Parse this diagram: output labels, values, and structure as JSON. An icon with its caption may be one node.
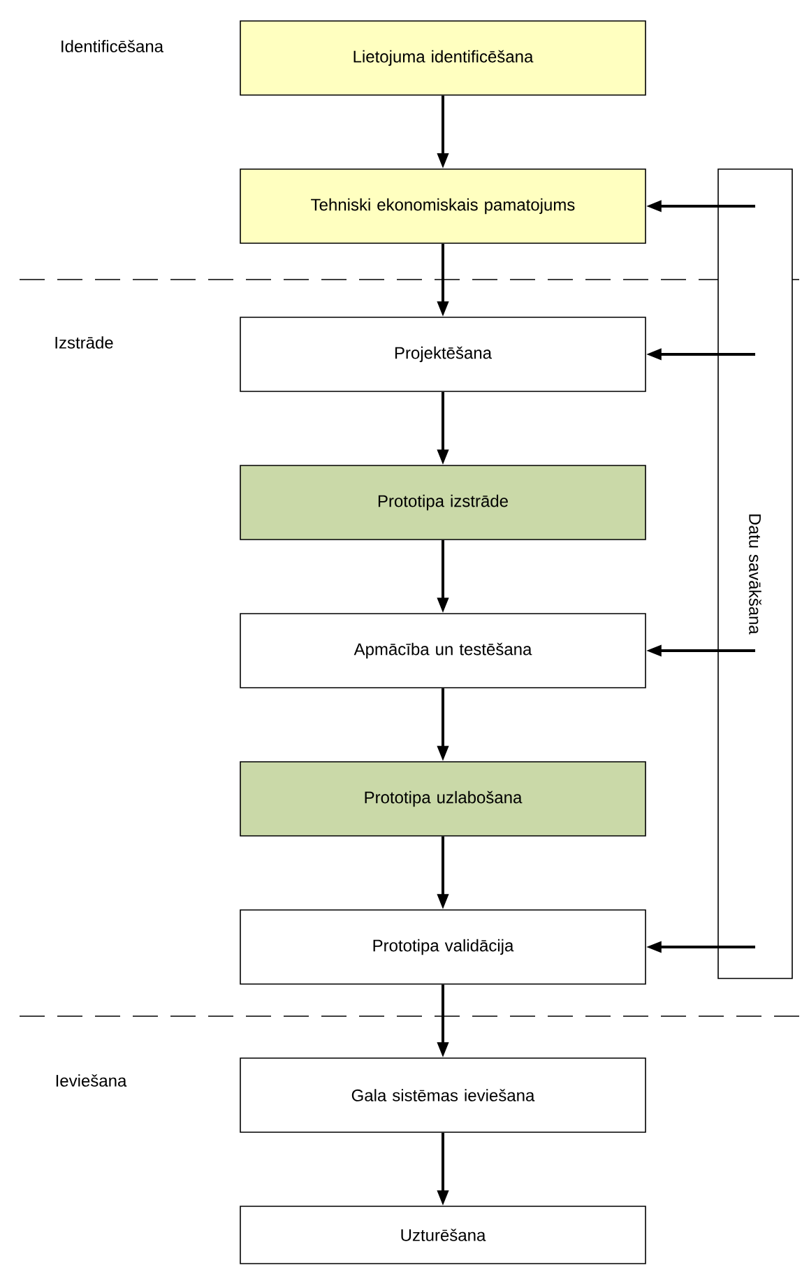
{
  "diagram": {
    "nodes": [
      {
        "text": [
          "Lietojuma identificēšana"
        ]
      },
      {
        "text": [
          "Tehniski ekonomiskais pamatojums"
        ]
      },
      {
        "text": [
          "Projektēšana"
        ]
      },
      {
        "text": [
          "Prototipa izstrāde"
        ]
      },
      {
        "text": [
          "Apmācība un testēšana"
        ]
      },
      {
        "text": [
          "Prototipa uzlabošana"
        ]
      },
      {
        "text": [
          "Prototipa validācija"
        ]
      },
      {
        "text": [
          "Gala sistēmas ieviešana"
        ]
      },
      {
        "text": [
          "Uzturēšana"
        ]
      },
      {
        "text": [
          "Datu savākšana"
        ]
      }
    ],
    "edges": [
      {
        "from": 0,
        "to": 1,
        "arrow": "to"
      },
      {
        "from": 1,
        "to": 2,
        "arrow": "to"
      },
      {
        "from": 2,
        "to": 3,
        "arrow": "to"
      },
      {
        "from": 3,
        "to": 4,
        "arrow": "to"
      },
      {
        "from": 4,
        "to": 5,
        "arrow": "to"
      },
      {
        "from": 5,
        "to": 6,
        "arrow": "to"
      },
      {
        "from": 6,
        "to": 7,
        "arrow": "to"
      },
      {
        "from": 7,
        "to": 8,
        "arrow": "to"
      },
      {
        "from": 9,
        "to": 1,
        "arrow": "to"
      },
      {
        "from": 9,
        "to": 2,
        "arrow": "to"
      },
      {
        "from": 9,
        "to": 4,
        "arrow": "to"
      },
      {
        "from": 9,
        "to": 6,
        "arrow": "to"
      }
    ],
    "labels": [
      "Identificēšana",
      "Izstrāde",
      "Ieviešana"
    ]
  }
}
